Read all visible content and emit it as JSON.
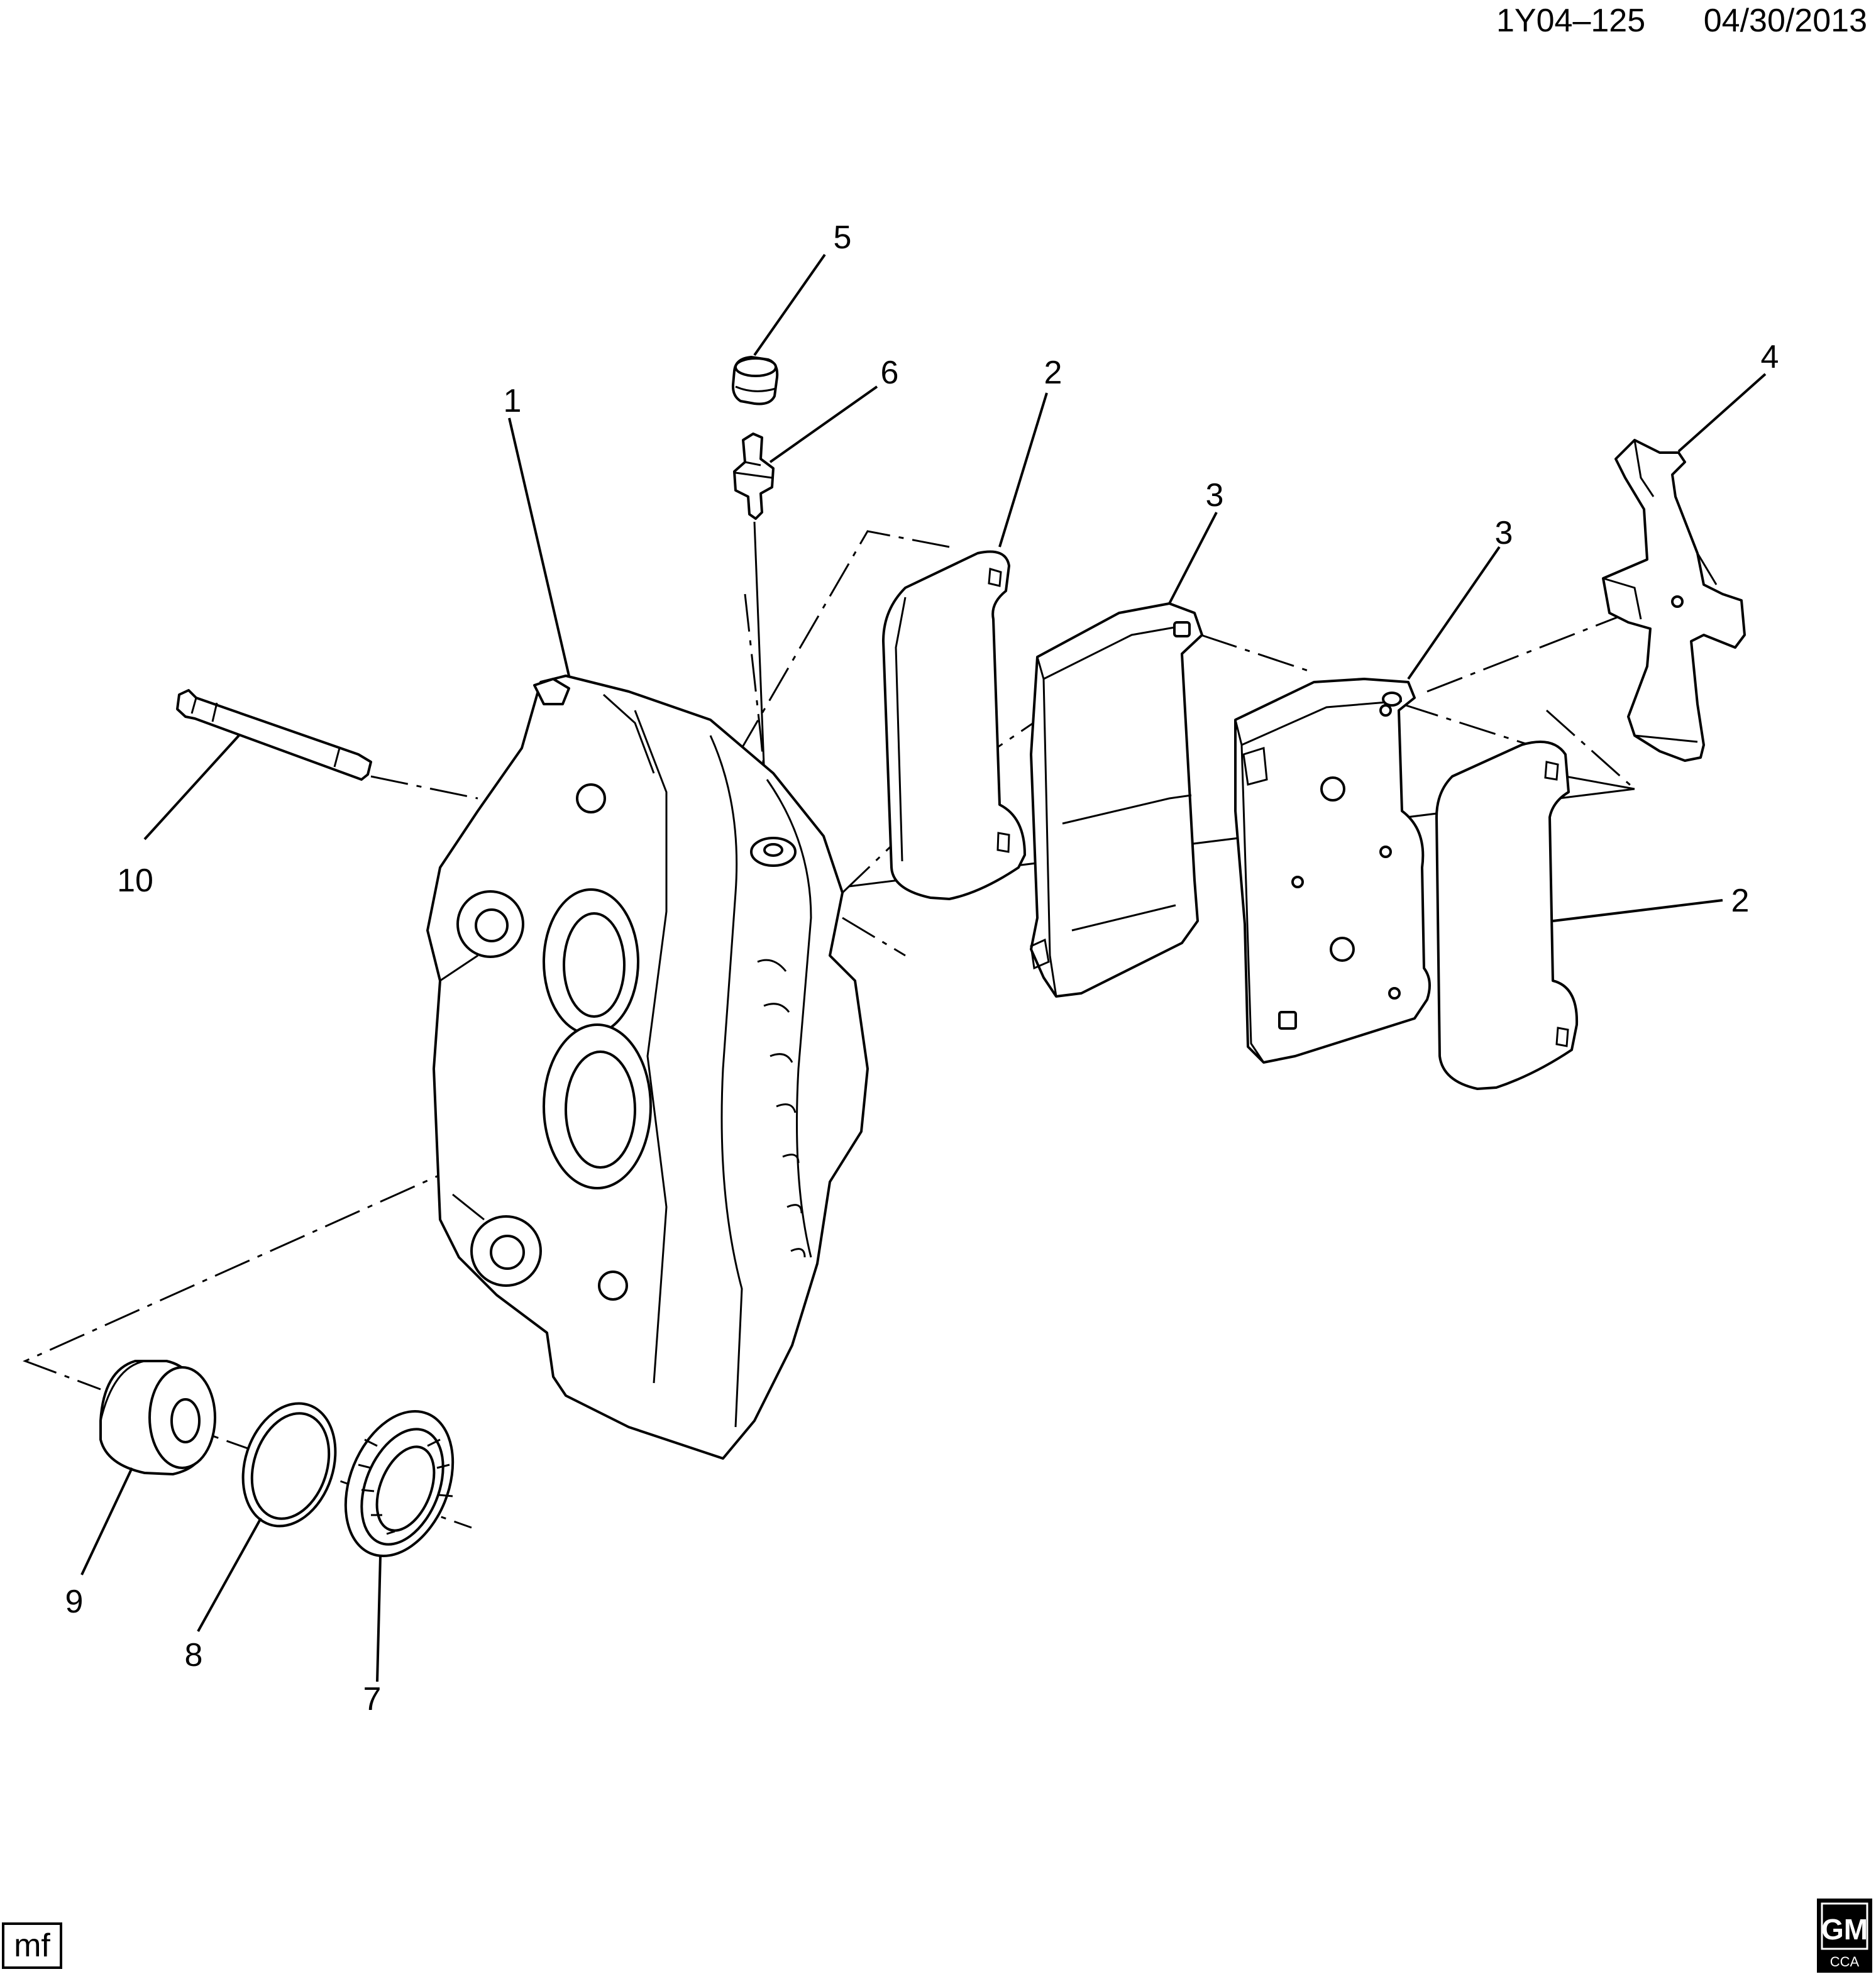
{
  "header": {
    "code": "1Y04–125",
    "date": "04/30/2013"
  },
  "footer": {
    "initials": "mf",
    "logo_text": "GM",
    "logo_sub": "CCA"
  },
  "callouts": {
    "c1": "1",
    "c2a": "2",
    "c2b": "2",
    "c3a": "3",
    "c3b": "3",
    "c4": "4",
    "c5": "5",
    "c6": "6",
    "c7": "7",
    "c8": "8",
    "c9": "9",
    "c10": "10"
  }
}
